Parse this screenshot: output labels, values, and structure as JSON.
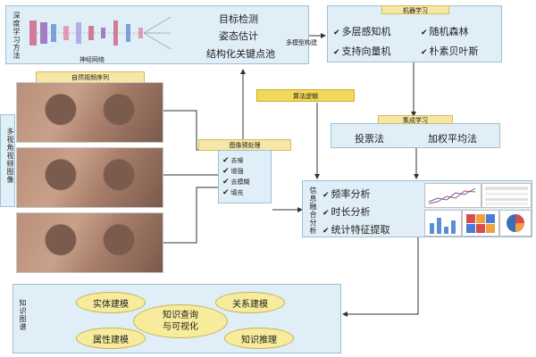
{
  "deep_learning": {
    "side_label": "深度学习方法",
    "network_caption": "神经网络",
    "tasks": [
      "目标检测",
      "姿态估计",
      "结构化关键点池"
    ],
    "connector_label": "多模型构建"
  },
  "machine_learning": {
    "title": "机器学习",
    "items": [
      "多层感知机",
      "随机森林",
      "支持向量机",
      "朴素贝叶斯"
    ]
  },
  "algorithm_logic": {
    "label": "算法逻辑"
  },
  "ensemble": {
    "title": "集成学习",
    "items": [
      "投票法",
      "加权平均法"
    ]
  },
  "video": {
    "title": "自然视频序列",
    "side_label": "多视角视频图像"
  },
  "preprocess": {
    "title": "图像预处理",
    "items": [
      "去噪",
      "增强",
      "去模糊",
      "填充"
    ]
  },
  "fusion": {
    "side_label": "信息融合分析",
    "items": [
      "频率分析",
      "时长分析",
      "统计特征提取"
    ]
  },
  "knowledge": {
    "side_label": "知识图谱",
    "center": "知识查询\n与可视化",
    "nodes": [
      "实体建模",
      "关系建模",
      "属性建模",
      "知识推理"
    ]
  },
  "colors": {
    "box_blue": "#dfeef7",
    "accent_yellow": "#f2d85a",
    "ellipse_yellow": "#f7ec9b",
    "line": "#333333"
  }
}
